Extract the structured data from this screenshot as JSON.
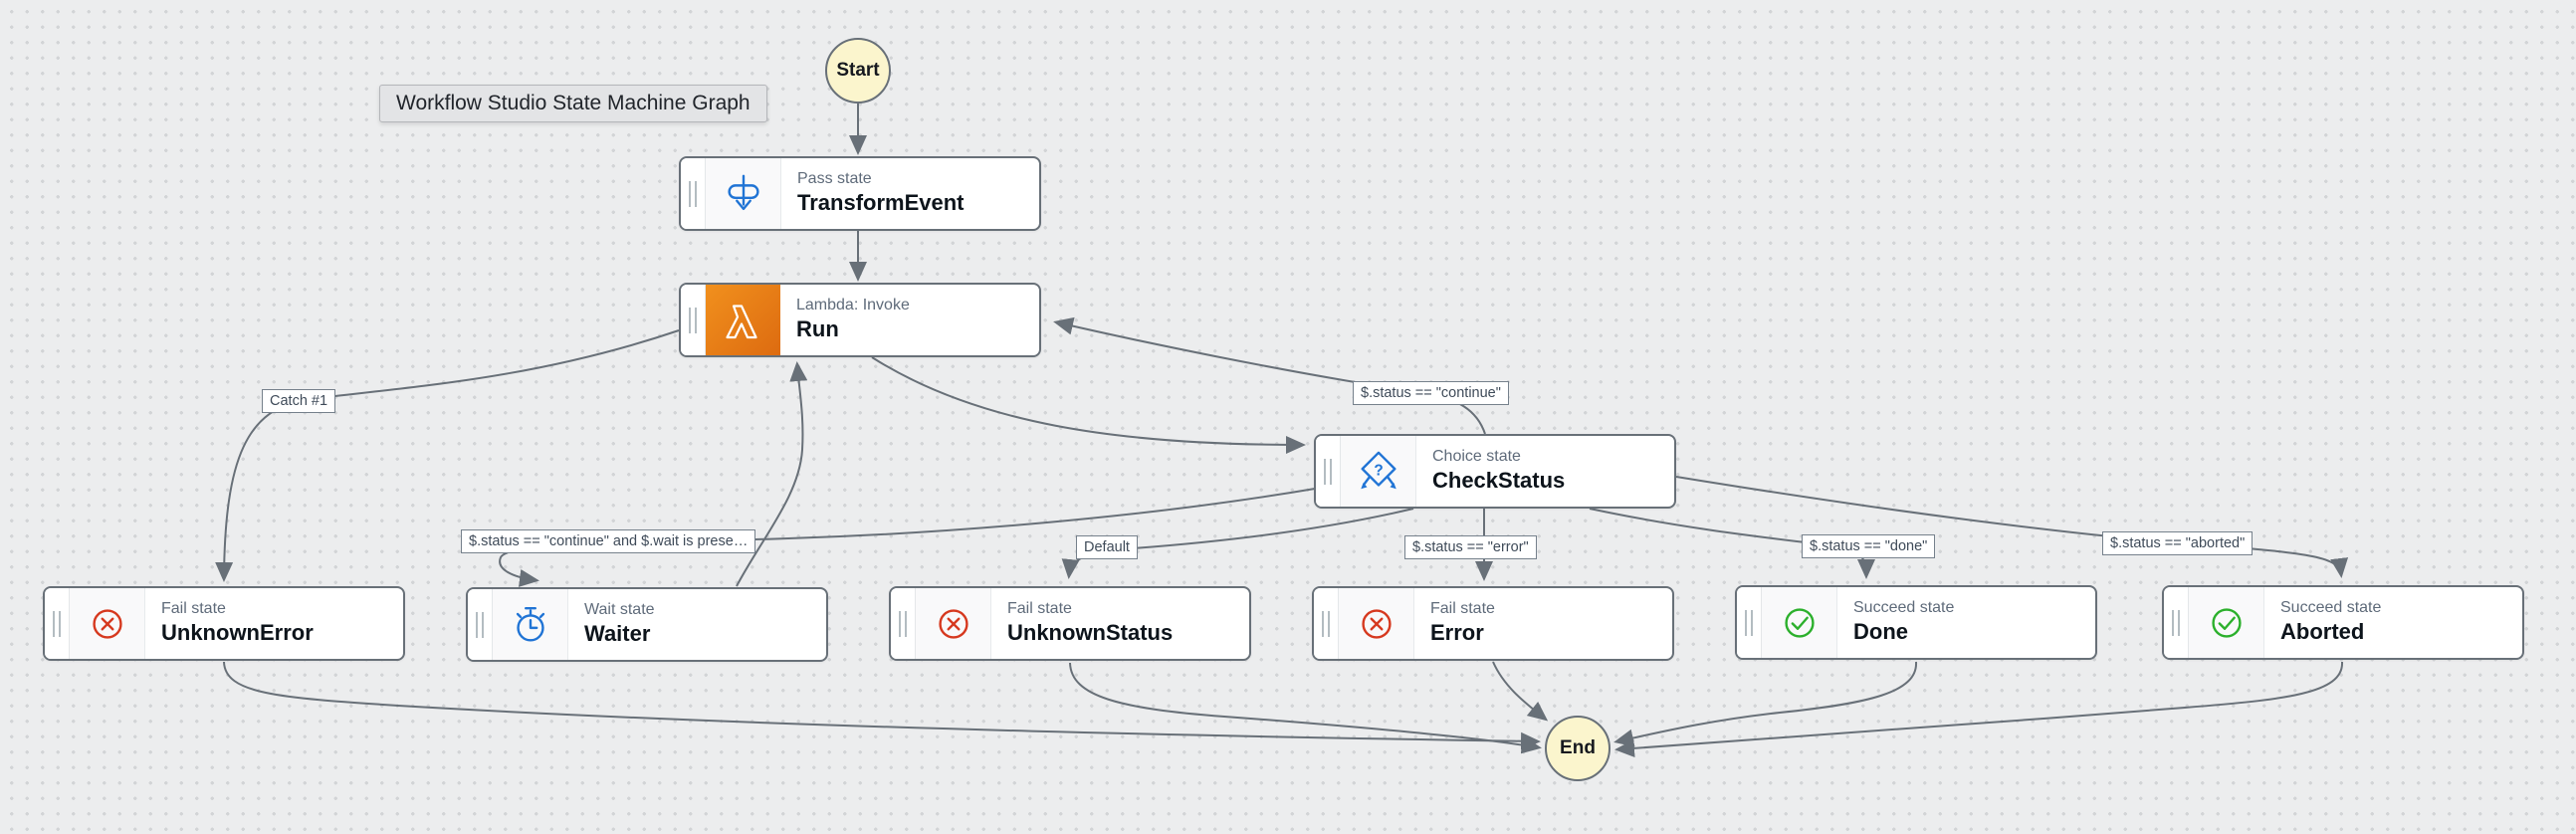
{
  "tooltip": {
    "text": "Workflow Studio State Machine Graph"
  },
  "terminals": {
    "start": "Start",
    "end": "End"
  },
  "nodes": [
    {
      "id": "transform-event",
      "type_label": "Pass state",
      "name": "TransformEvent",
      "icon": "pass-icon"
    },
    {
      "id": "run",
      "type_label": "Lambda: Invoke",
      "name": "Run",
      "icon": "lambda-icon"
    },
    {
      "id": "check-status",
      "type_label": "Choice state",
      "name": "CheckStatus",
      "icon": "choice-icon"
    },
    {
      "id": "unknown-error",
      "type_label": "Fail state",
      "name": "UnknownError",
      "icon": "fail-icon"
    },
    {
      "id": "waiter",
      "type_label": "Wait state",
      "name": "Waiter",
      "icon": "wait-icon"
    },
    {
      "id": "unknown-status",
      "type_label": "Fail state",
      "name": "UnknownStatus",
      "icon": "fail-icon"
    },
    {
      "id": "error",
      "type_label": "Fail state",
      "name": "Error",
      "icon": "fail-icon"
    },
    {
      "id": "done",
      "type_label": "Succeed state",
      "name": "Done",
      "icon": "succeed-icon"
    },
    {
      "id": "aborted",
      "type_label": "Succeed state",
      "name": "Aborted",
      "icon": "succeed-icon"
    }
  ],
  "edge_labels": [
    {
      "id": "catch-1",
      "text": "Catch #1"
    },
    {
      "id": "status-continue",
      "text": "$.status == \"continue\""
    },
    {
      "id": "status-continue-wait",
      "text": "$.status == \"continue\" and $.wait is prese…"
    },
    {
      "id": "default",
      "text": "Default"
    },
    {
      "id": "status-error",
      "text": "$.status == \"error\""
    },
    {
      "id": "status-done",
      "text": "$.status == \"done\""
    },
    {
      "id": "status-aborted",
      "text": "$.status == \"aborted\""
    }
  ],
  "colors": {
    "canvas_bg": "#ecedee",
    "grid_dot": "#d2d4d6",
    "edge_gray": "#687078",
    "node_border": "#687078",
    "accent_blue": "#2074d5",
    "fail_red": "#d6391f",
    "succeed_green": "#2cb02c",
    "lambda_orange_1": "#f1901d",
    "lambda_orange_2": "#dd6b10",
    "terminal_fill": "#fbf5cd",
    "label_text": "#3f4b59",
    "tooltip_bg": "#e3e4e6"
  }
}
